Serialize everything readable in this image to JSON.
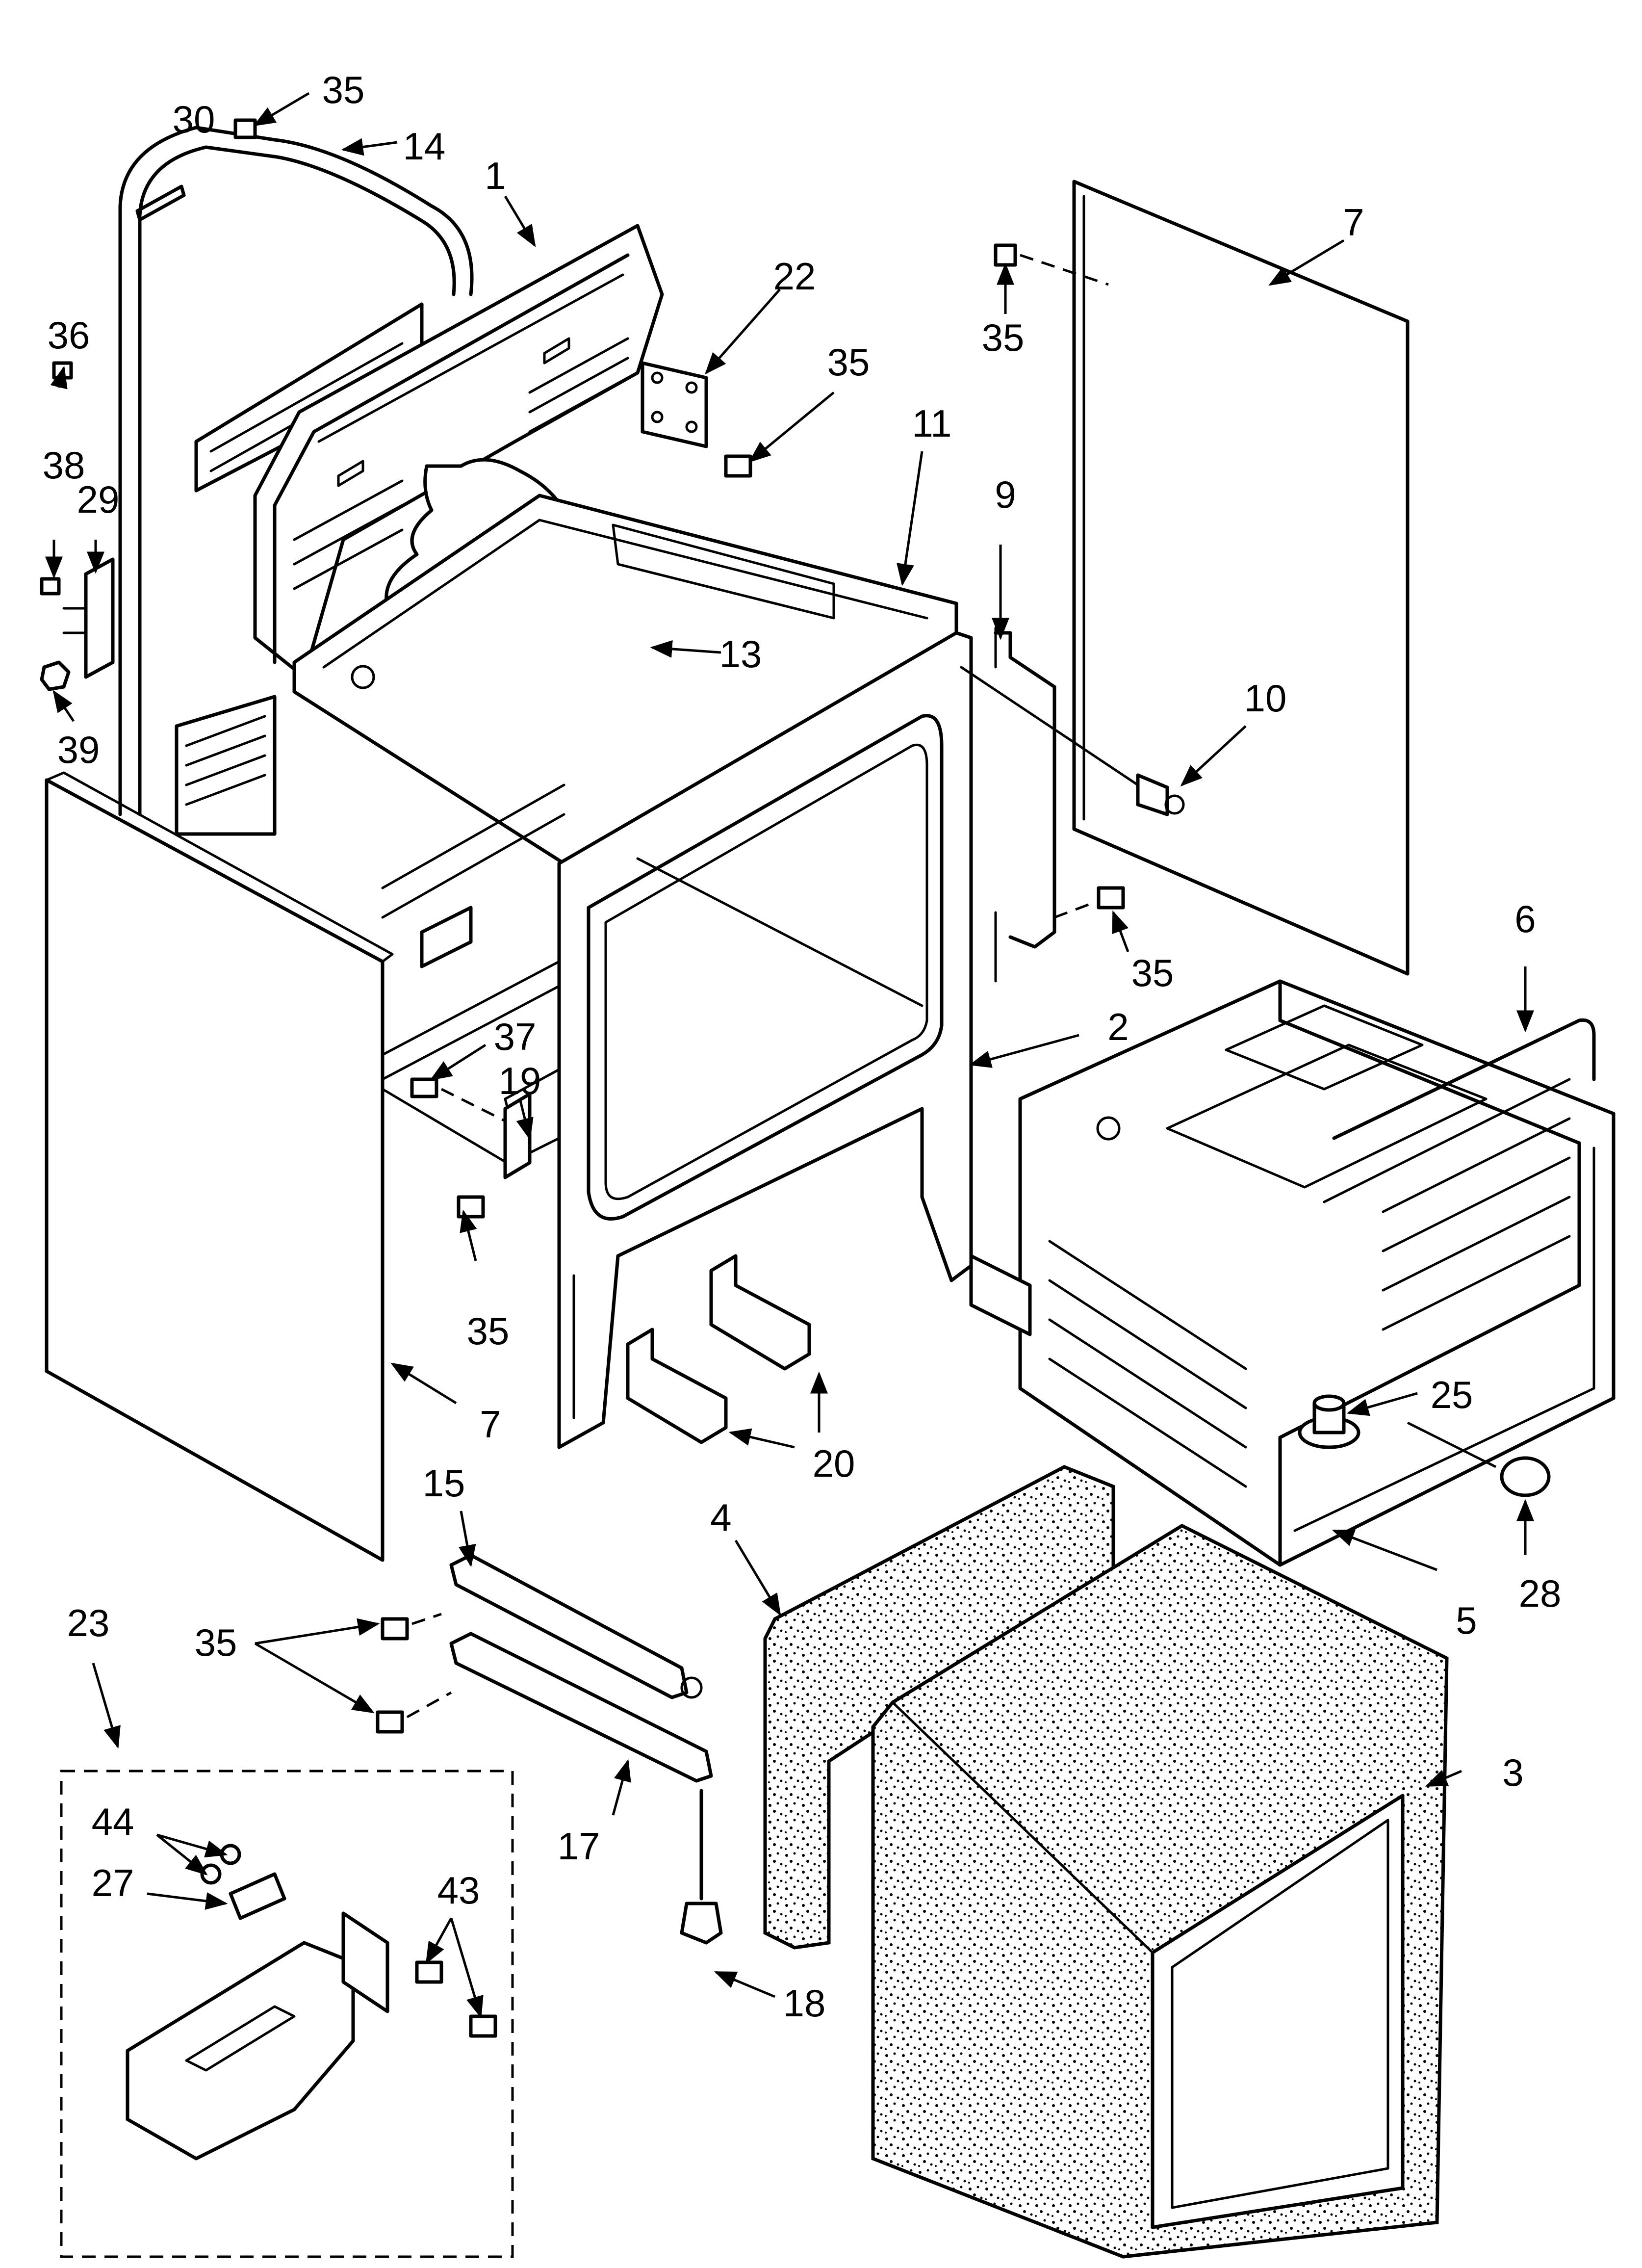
{
  "callouts": {
    "c1": "1",
    "c2": "2",
    "c3": "3",
    "c4": "4",
    "c5": "5",
    "c6": "6",
    "c7a": "7",
    "c7b": "7",
    "c9": "9",
    "c10": "10",
    "c11": "11",
    "c13": "13",
    "c14": "14",
    "c15": "15",
    "c17": "17",
    "c18": "18",
    "c19": "19",
    "c20": "20",
    "c22": "22",
    "c23": "23",
    "c25": "25",
    "c27": "27",
    "c28": "28",
    "c29": "29",
    "c30": "30",
    "c35a": "35",
    "c35b": "35",
    "c35c": "35",
    "c35d": "35",
    "c35e": "35",
    "c35f": "35",
    "c36": "36",
    "c37": "37",
    "c38": "38",
    "c39": "39",
    "c43": "43",
    "c44": "44"
  },
  "colors": {
    "line": "#000000",
    "background": "#ffffff",
    "insulation_dots": "#000000"
  }
}
